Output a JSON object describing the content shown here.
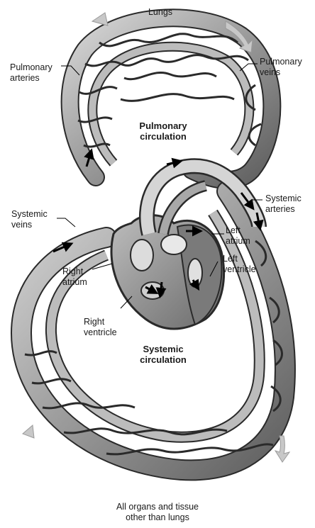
{
  "labels": {
    "lungs": "Lungs",
    "pulmonary_arteries": [
      "Pulmonary",
      "arteries"
    ],
    "pulmonary_veins": [
      "Pulmonary",
      "veins"
    ],
    "pulmonary_circulation": [
      "Pulmonary",
      "circulation"
    ],
    "systemic_veins": [
      "Systemic",
      "veins"
    ],
    "systemic_arteries": [
      "Systemic",
      "arteries"
    ],
    "left_atrium": [
      "Left",
      "atrium"
    ],
    "left_ventricle": [
      "Left",
      "ventricle"
    ],
    "right_atrium": [
      "Right",
      "atrium"
    ],
    "right_ventricle": [
      "Right",
      "ventricle"
    ],
    "systemic_circulation": [
      "Systemic",
      "circulation"
    ],
    "organs": [
      "All organs and tissue",
      "other than lungs"
    ]
  },
  "colors": {
    "vessel_outline": "#2a2a2a",
    "vessel_fill": "#9a9a9a",
    "vessel_highlight": "#e6e6e6",
    "heart_fill": "#8c8c8c",
    "arrow_fill": "#c8c8c8"
  }
}
